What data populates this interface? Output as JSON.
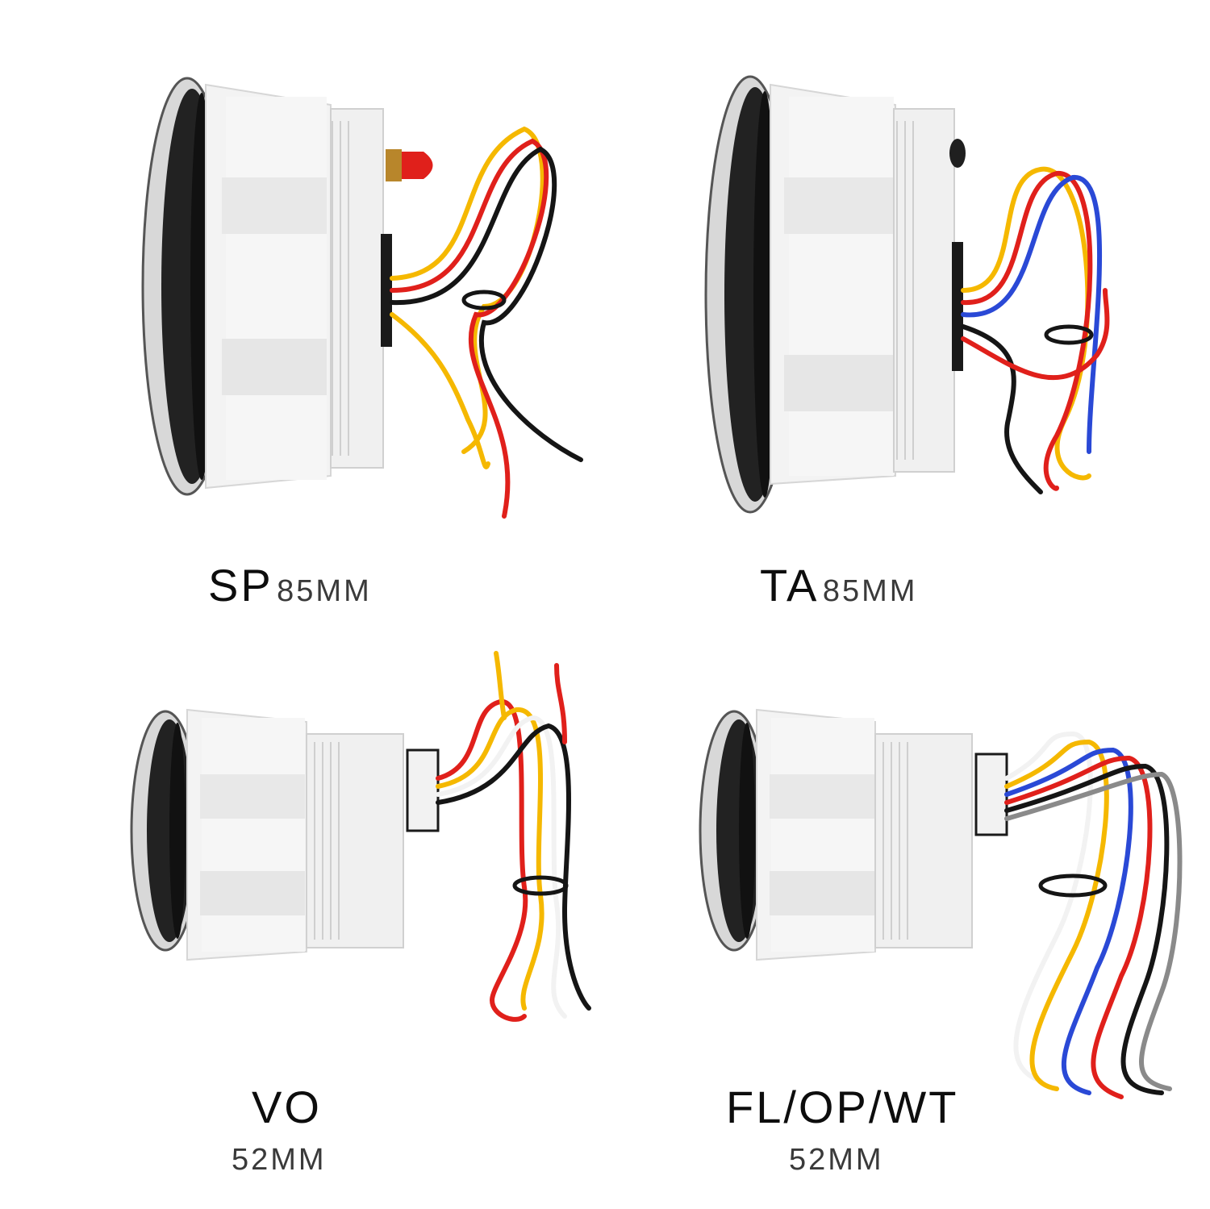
{
  "products": [
    {
      "code": "SP",
      "size": "85MM"
    },
    {
      "code": "TA",
      "size": "85MM"
    },
    {
      "code": "VO",
      "size": "52MM"
    },
    {
      "code": "FL/OP/WT",
      "size": "52MM"
    }
  ],
  "colors": {
    "housing": "#f4f4f4",
    "bezel": "#1a1a1a",
    "chrome": "#c8c8c8",
    "wire_red": "#e0201b",
    "wire_yellow": "#f5b800",
    "wire_black": "#151515",
    "wire_blue": "#2a49d6",
    "wire_white": "#f2f2f2",
    "wire_gray": "#8a8a8a",
    "button_red": "#e0201b"
  }
}
